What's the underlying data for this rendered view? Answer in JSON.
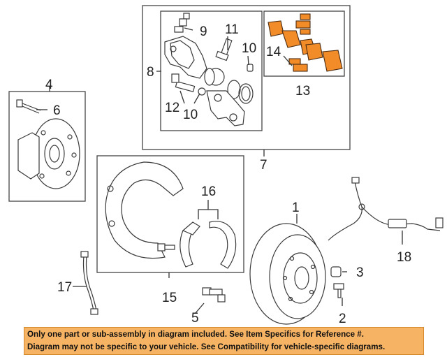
{
  "callouts": {
    "c1": "1",
    "c2": "2",
    "c3": "3",
    "c4": "4",
    "c5": "5",
    "c6": "6",
    "c7": "7",
    "c8": "8",
    "c9": "9",
    "c10a": "10",
    "c10b": "10",
    "c11": "11",
    "c12": "12",
    "c13": "13",
    "c14": "14",
    "c15": "15",
    "c16": "16",
    "c17": "17",
    "c18": "18"
  },
  "notice": {
    "line1": "Only one part or sub-assembly in diagram included. See Item Specifics for Reference #.",
    "line2": "Diagram may not be specific to your vehicle. See Compatibility for vehicle-specific diagrams."
  },
  "colors": {
    "highlight": "#f28c28",
    "banner": "#f6b363"
  }
}
